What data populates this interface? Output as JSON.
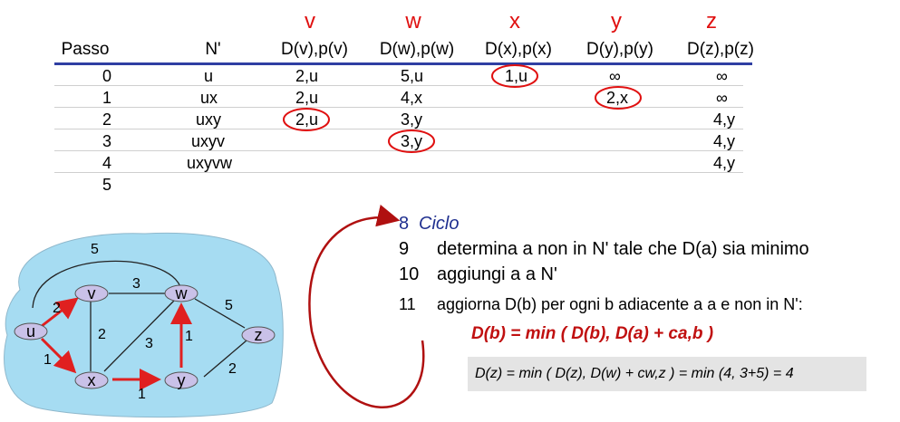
{
  "table": {
    "node_letters": [
      "v",
      "w",
      "x",
      "y",
      "z"
    ],
    "col_headers": [
      "Passo",
      "N'",
      "D(v),p(v)",
      "D(w),p(w)",
      "D(x),p(x)",
      "D(y),p(y)",
      "D(z),p(z)"
    ],
    "rows": [
      {
        "step": "0",
        "n": "u",
        "v": "2,u",
        "w": "5,u",
        "x": "1,u",
        "y": "∞",
        "z": "∞"
      },
      {
        "step": "1",
        "n": "ux",
        "v": "2,u",
        "w": "4,x",
        "x": "",
        "y": "2,x",
        "z": "∞"
      },
      {
        "step": "2",
        "n": "uxy",
        "v": "2,u",
        "w": "3,y",
        "x": "",
        "y": "",
        "z": "4,y"
      },
      {
        "step": "3",
        "n": "uxyv",
        "v": "",
        "w": "3,y",
        "x": "",
        "y": "",
        "z": "4,y"
      },
      {
        "step": "4",
        "n": "uxyvw",
        "v": "",
        "w": "",
        "x": "",
        "y": "",
        "z": "4,y"
      },
      {
        "step": "5",
        "n": "",
        "v": "",
        "w": "",
        "x": "",
        "y": "",
        "z": ""
      }
    ],
    "circled": [
      {
        "row": 0,
        "col": "x"
      },
      {
        "row": 1,
        "col": "y"
      },
      {
        "row": 2,
        "col": "v"
      },
      {
        "row": 3,
        "col": "w"
      }
    ]
  },
  "graph": {
    "nodes": [
      "u",
      "v",
      "w",
      "x",
      "y",
      "z"
    ],
    "edge_weights": {
      "u_w": "5",
      "u_v": "2",
      "u_x": "1",
      "v_w": "3",
      "v_x": "2",
      "x_w": "3",
      "x_y": "1",
      "y_w": "1",
      "w_z": "5",
      "y_z": "2"
    },
    "highlight_color": "#e02020",
    "cloud_color": "#a6dcf2"
  },
  "pseudocode": {
    "line8_num": "8",
    "line8_text": "Ciclo",
    "line9_num": "9",
    "line9_text": "determina a non in N' tale che D(a) sia minimo",
    "line10_num": "10",
    "line10_text": "aggiungi a a N'",
    "line11_num": "11",
    "line11_text": "aggiorna D(b) per ogni b adiacente a a e non in N':",
    "update_formula": "D(b) = min ( D(b), D(a) + ca,b )",
    "example": "D(z) = min ( D(z), D(w) + cw,z ) = min (4, 3+5) = 4"
  }
}
